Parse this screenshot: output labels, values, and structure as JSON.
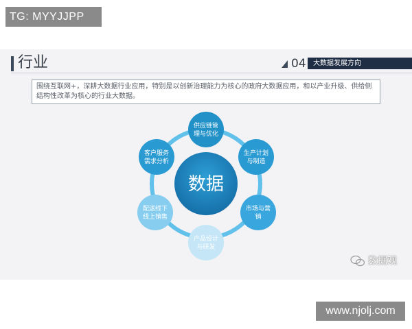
{
  "overlay": {
    "top_tag": "TG: MYYJJPP",
    "bottom_tag": "www.njolj.com"
  },
  "slide": {
    "title": "行业",
    "section_number": "04",
    "section_label": "大数据发展方向",
    "intro_text": "围绕互联网+，深耕大数据行业应用，特别是以创新治理能力为核心的政府大数据应用，和以产业升级、供给侧结构性改革为核心的行业大数据。"
  },
  "diagram": {
    "center": "数据",
    "nodes": [
      {
        "line1": "供应链管",
        "line2": "理与优化"
      },
      {
        "line1": "生产计划",
        "line2": "与制造"
      },
      {
        "line1": "市场与营",
        "line2": "销"
      },
      {
        "line1": "产品设计",
        "line2": "与研发"
      },
      {
        "line1": "配送线下",
        "line2": "线上销售"
      },
      {
        "line1": "客户服务",
        "line2": "需求分析"
      }
    ],
    "colors": {
      "ring": "#62c1ea",
      "center": "#1f84bd",
      "node_dark": "#2291c8",
      "node_mid": "#3aa6de",
      "node_light": "#86cdf0",
      "node_pale": "#c4e6f7"
    }
  },
  "watermark": {
    "icon": "wechat-icon",
    "text": "数据观"
  }
}
